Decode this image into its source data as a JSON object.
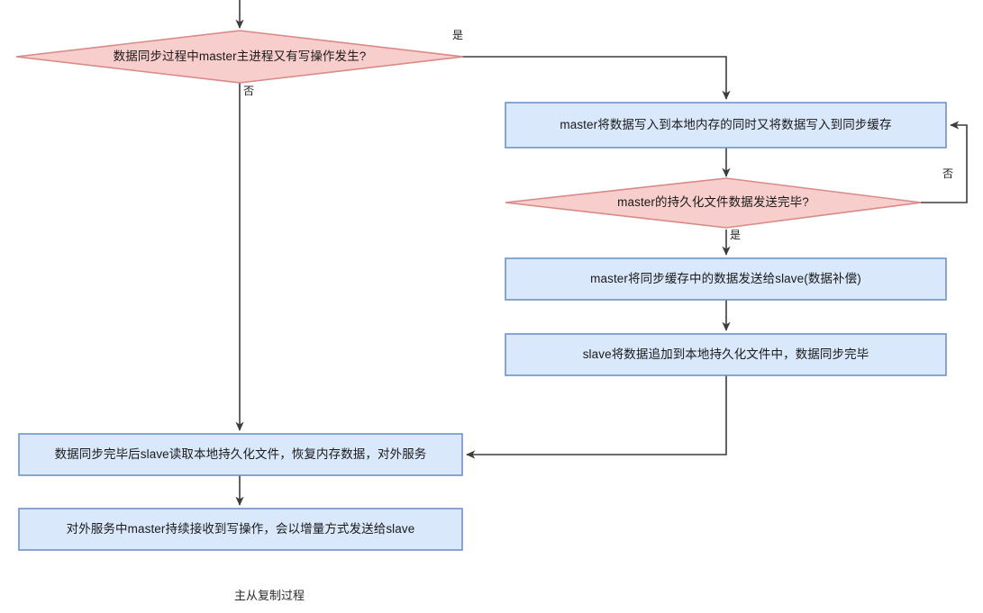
{
  "diagram": {
    "caption": "主从复制过程",
    "colors": {
      "decision_fill": "#f8cecc",
      "decision_stroke": "#d98a87",
      "process_fill": "#dae8fc",
      "process_stroke": "#7093c4",
      "edge_stroke": "#3c3c3c",
      "text": "#1a1a1a",
      "background": "#ffffff"
    },
    "nodes": [
      {
        "id": "decision-write-during-sync",
        "type": "decision",
        "label": "数据同步过程中master主进程又有写操作发生?"
      },
      {
        "id": "process-master-write-local-and-buffer",
        "type": "process",
        "label": "master将数据写入到本地内存的同时又将数据写入到同步缓存"
      },
      {
        "id": "decision-persist-file-sent",
        "type": "decision",
        "label": "master的持久化文件数据发送完毕?"
      },
      {
        "id": "process-send-buffer-to-slave",
        "type": "process",
        "label": "master将同步缓存中的数据发送给slave(数据补偿)"
      },
      {
        "id": "process-slave-append-persist-file",
        "type": "process",
        "label": "slave将数据追加到本地持久化文件中，数据同步完毕"
      },
      {
        "id": "process-slave-load-and-serve",
        "type": "process",
        "label": "数据同步完毕后slave读取本地持久化文件，恢复内存数据，对外服务"
      },
      {
        "id": "process-master-incremental-send",
        "type": "process",
        "label": "对外服务中master持续接收到写操作，会以增量方式发送给slave"
      }
    ],
    "edge_labels": {
      "decision1_yes": "是",
      "decision1_no": "否",
      "decision2_no": "否",
      "decision2_yes": "是"
    }
  }
}
